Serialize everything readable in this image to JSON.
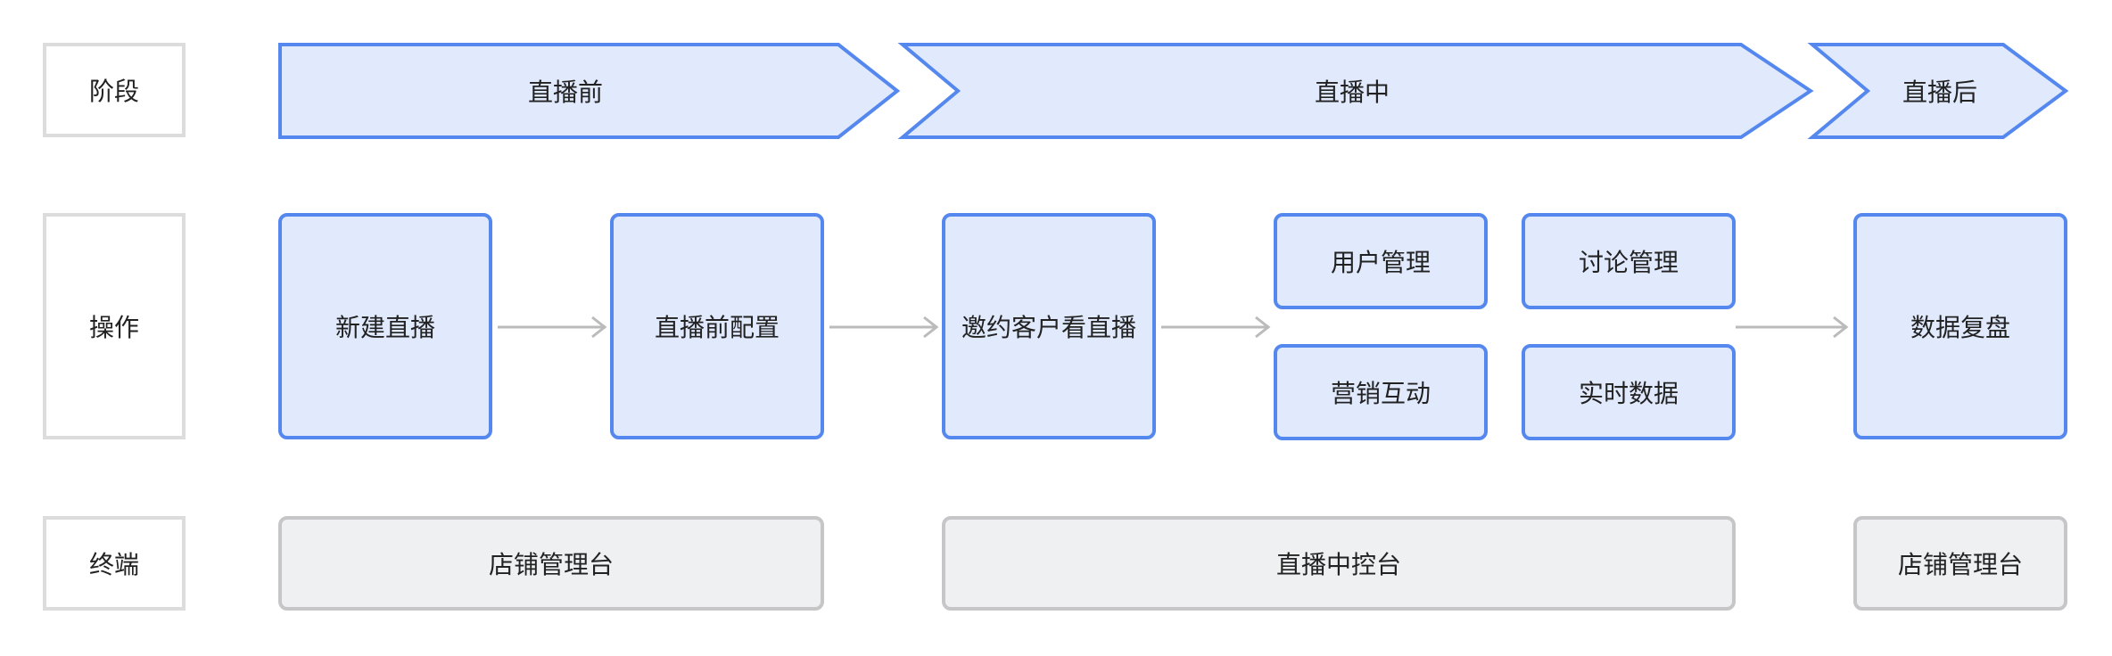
{
  "row_labels": {
    "stage": "阶段",
    "operation": "操作",
    "terminal": "终端"
  },
  "stages": [
    {
      "label": "直播前"
    },
    {
      "label": "直播中"
    },
    {
      "label": "直播后"
    }
  ],
  "operations": {
    "create_live": "新建直播",
    "pre_live_config": "直播前配置",
    "invite_customers": "邀约客户看直播",
    "user_management": "用户管理",
    "discussion_management": "讨论管理",
    "marketing_interaction": "营销互动",
    "realtime_data": "实时数据",
    "data_review": "数据复盘"
  },
  "terminals": {
    "store_console_1": "店铺管理台",
    "live_console": "直播中控台",
    "store_console_2": "店铺管理台"
  },
  "colors": {
    "blue_border": "#5588ee",
    "blue_fill": "#e1eafd",
    "gray_border": "#c6c6c8",
    "gray_fill": "#eff0f1",
    "label_border": "#dcdcdc",
    "arrow": "#bbbbbb"
  }
}
